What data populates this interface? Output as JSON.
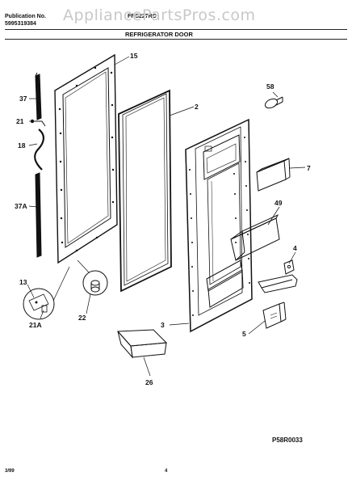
{
  "header": {
    "publication_label": "Publication No.",
    "publication_number": "5995319384",
    "model": "FRS227RC",
    "section_title": "REFRIGERATOR DOOR"
  },
  "watermark": "AppliancePartsPros.com",
  "diagram": {
    "callouts": [
      "15",
      "2",
      "58",
      "7",
      "49",
      "4",
      "3",
      "5",
      "37",
      "21",
      "18",
      "37A",
      "13",
      "21A",
      "22",
      "26"
    ]
  },
  "footer": {
    "diagram_code": "P58R0033",
    "date": "3/99",
    "page": "4"
  }
}
